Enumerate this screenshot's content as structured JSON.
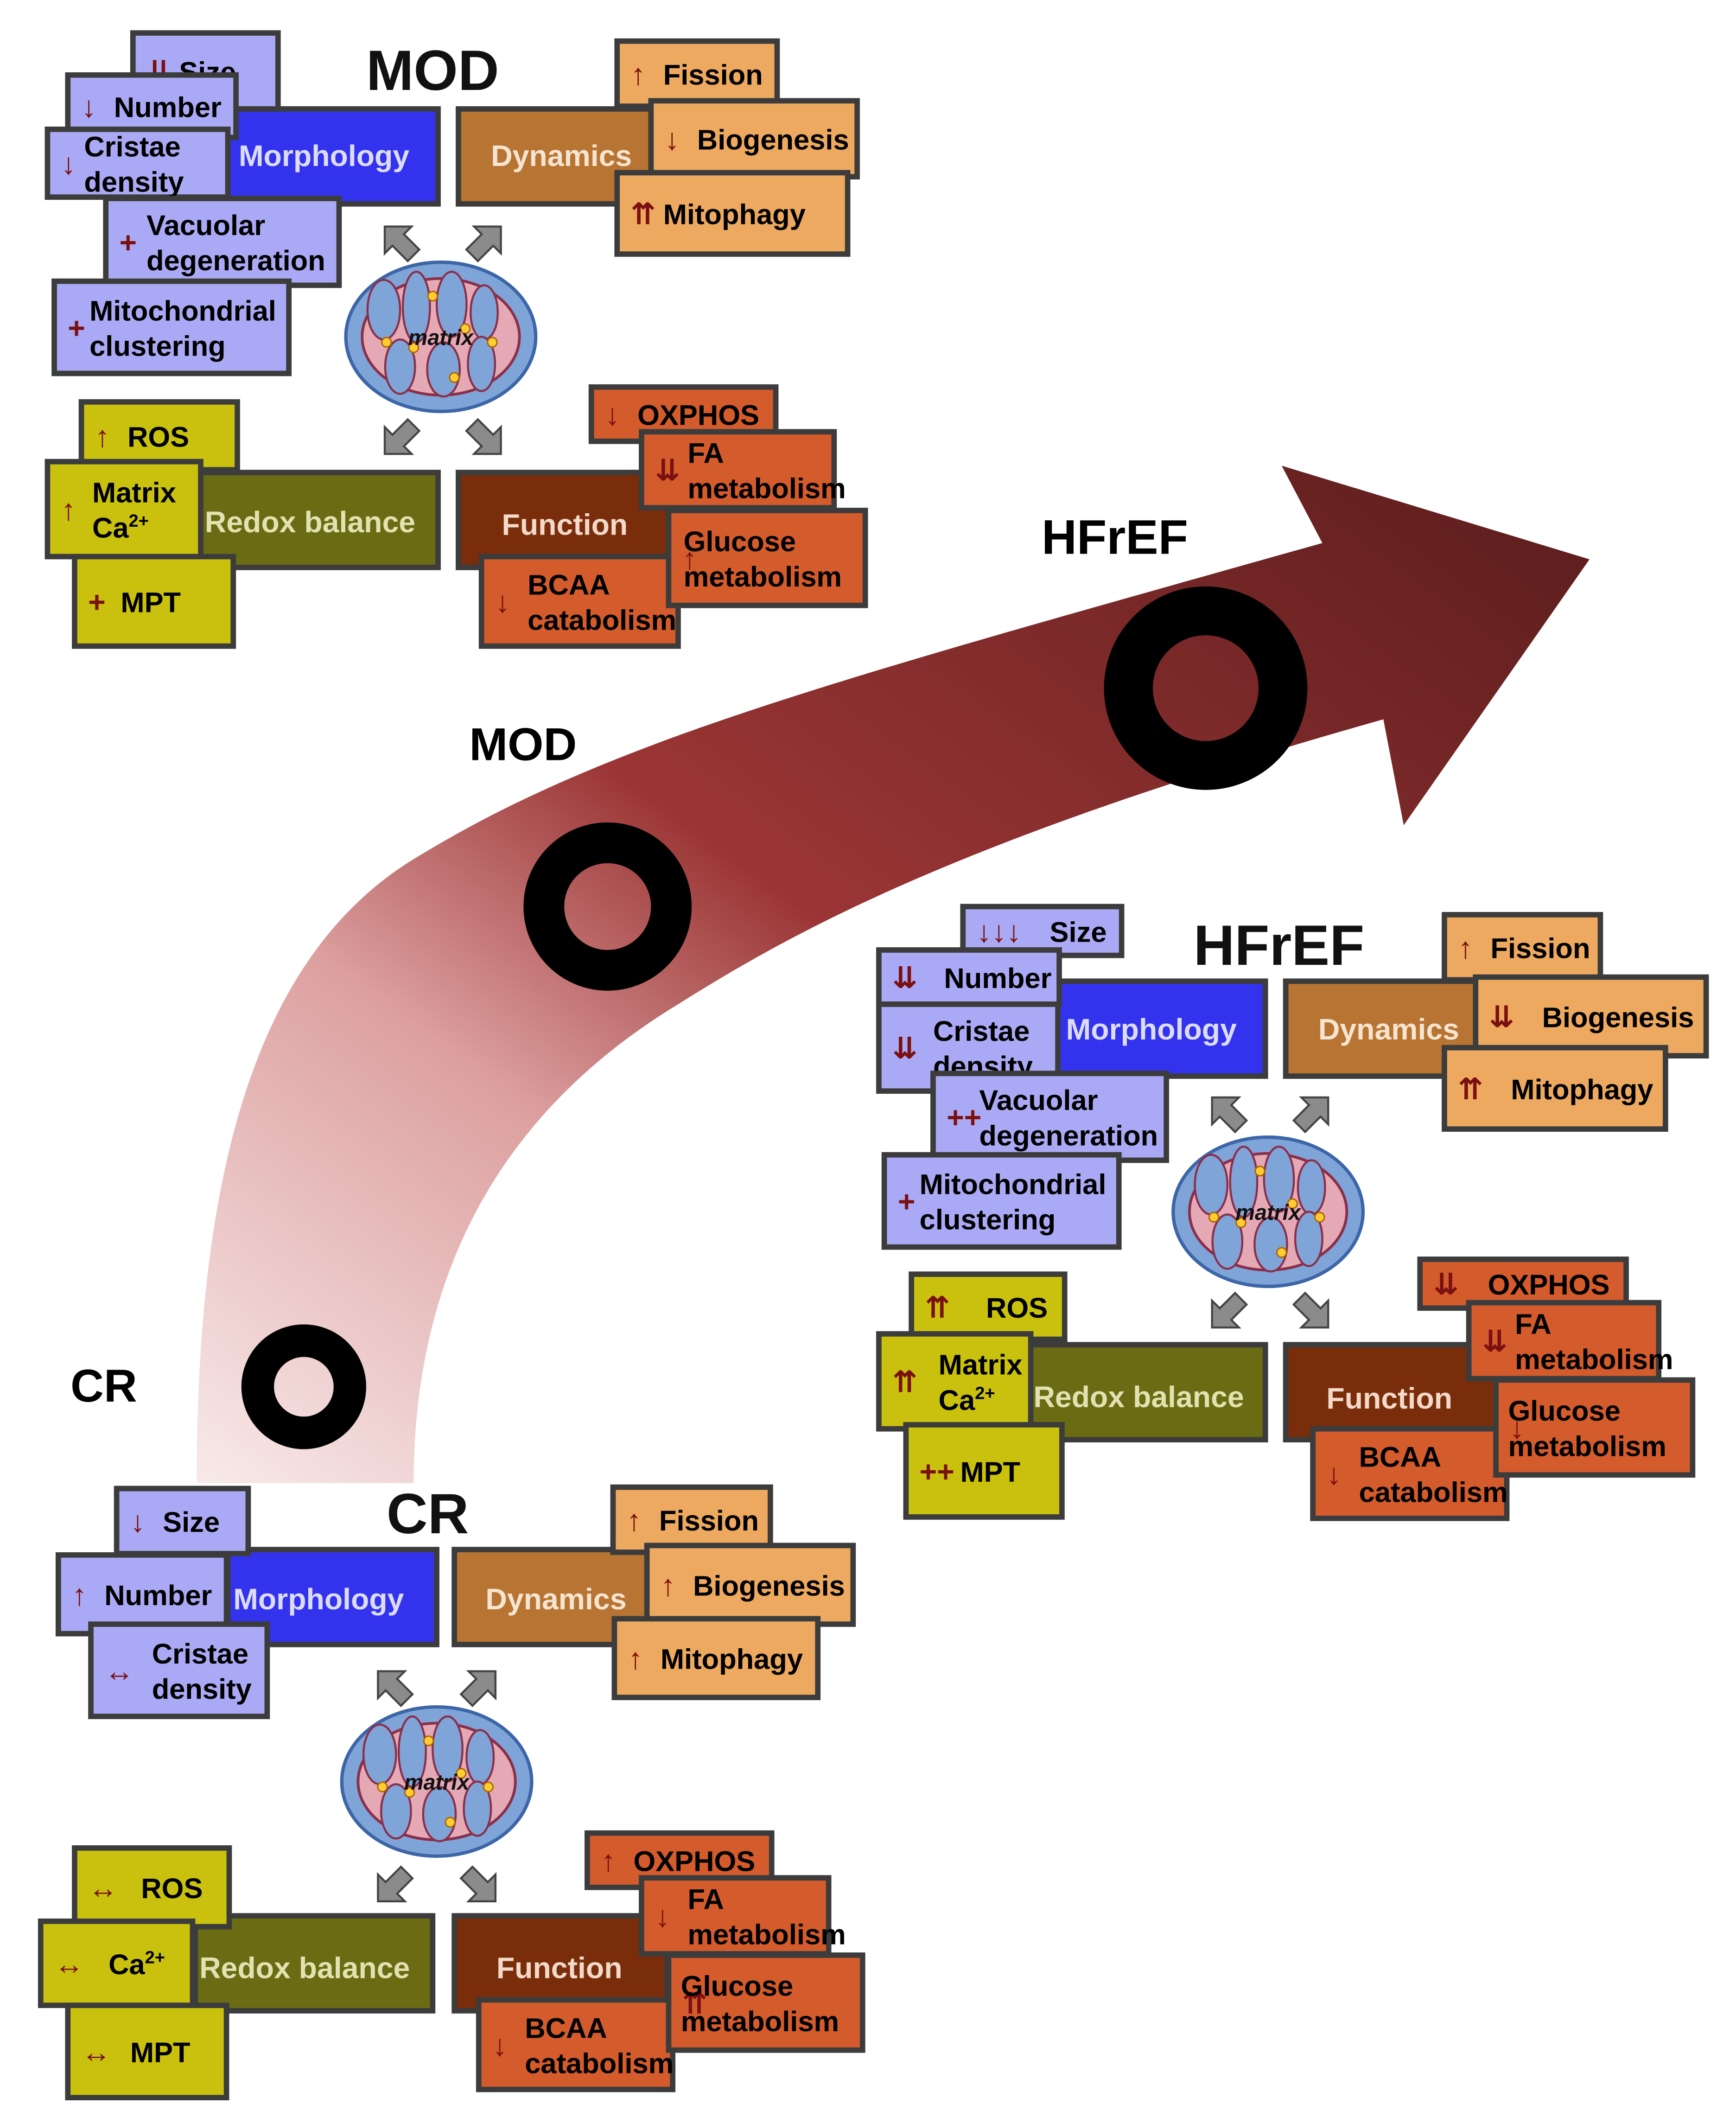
{
  "labels": {
    "path_cr": "CR",
    "path_mod": "MOD",
    "path_hfref": "HFrEF"
  },
  "colors": {
    "morph_light": "#aaa9f5",
    "morph_dark": "#3333ee",
    "dyn_dark": "#b87432",
    "dyn_light": "#eda95f",
    "redox_dark": "#6b6b14",
    "redox_light": "#c9c10e",
    "func_dark": "#7a2d0b",
    "func_light": "#d45b2c",
    "arrow_symbol": "#7a1010",
    "stage_arrow": "#8b8b8b",
    "curve_dark": "#5a1c1c",
    "curve_light": "#f8eaea"
  },
  "mito_label": "matrix",
  "panels": {
    "mod": {
      "title": "MOD",
      "morphology": {
        "label": "Morphology",
        "items": [
          {
            "mark": "⇊",
            "lines": [
              "Size"
            ]
          },
          {
            "mark": "↓",
            "lines": [
              "Number"
            ]
          },
          {
            "mark": "↓",
            "lines": [
              "Cristae",
              "density"
            ]
          },
          {
            "mark": "+",
            "lines": [
              "Vacuolar",
              "degeneration"
            ]
          },
          {
            "mark": "+",
            "lines": [
              "Mitochondrial",
              "clustering"
            ]
          }
        ]
      },
      "dynamics": {
        "label": "Dynamics",
        "items": [
          {
            "mark": "↑",
            "lines": [
              "Fission"
            ]
          },
          {
            "mark": "↓",
            "lines": [
              "Biogenesis"
            ]
          },
          {
            "mark": "⇈",
            "lines": [
              "Mitophagy"
            ]
          }
        ]
      },
      "redox": {
        "label": "Redox balance",
        "items": [
          {
            "mark": "↑",
            "lines": [
              "ROS"
            ]
          },
          {
            "mark": "↑",
            "lines": [
              "Matrix",
              "Ca2+"
            ]
          },
          {
            "mark": "+",
            "lines": [
              "MPT"
            ]
          }
        ]
      },
      "function": {
        "label": "Function",
        "items": [
          {
            "mark": "↓",
            "lines": [
              "OXPHOS"
            ]
          },
          {
            "mark": "⇊",
            "lines": [
              "FA",
              "metabolism"
            ]
          },
          {
            "mark": "↑",
            "lines": [
              "Glucose",
              "metabolism"
            ]
          },
          {
            "mark": "↓",
            "lines": [
              "BCAA",
              "catabolism"
            ]
          }
        ]
      }
    },
    "hfref": {
      "title": "HFrEF",
      "morphology": {
        "label": "Morphology",
        "items": [
          {
            "mark": "↓↓↓",
            "lines": [
              "Size"
            ]
          },
          {
            "mark": "⇊",
            "lines": [
              "Number"
            ]
          },
          {
            "mark": "⇊",
            "lines": [
              "Cristae",
              "density"
            ]
          },
          {
            "mark": "++",
            "lines": [
              "Vacuolar",
              "degeneration"
            ]
          },
          {
            "mark": "+",
            "lines": [
              "Mitochondrial",
              "clustering"
            ]
          }
        ]
      },
      "dynamics": {
        "label": "Dynamics",
        "items": [
          {
            "mark": "↑",
            "lines": [
              "Fission"
            ]
          },
          {
            "mark": "⇊",
            "lines": [
              "Biogenesis"
            ]
          },
          {
            "mark": "⇈",
            "lines": [
              "Mitophagy"
            ]
          }
        ]
      },
      "redox": {
        "label": "Redox balance",
        "items": [
          {
            "mark": "⇈",
            "lines": [
              "ROS"
            ]
          },
          {
            "mark": "⇈",
            "lines": [
              "Matrix",
              "Ca2+"
            ]
          },
          {
            "mark": "++",
            "lines": [
              "MPT"
            ]
          }
        ]
      },
      "function": {
        "label": "Function",
        "items": [
          {
            "mark": "⇊",
            "lines": [
              "OXPHOS"
            ]
          },
          {
            "mark": "⇊",
            "lines": [
              "FA",
              "metabolism"
            ]
          },
          {
            "mark": "↓",
            "lines": [
              "Glucose",
              "metabolism"
            ]
          },
          {
            "mark": "↓",
            "lines": [
              "BCAA",
              "catabolism"
            ]
          }
        ]
      }
    },
    "cr": {
      "title": "CR",
      "morphology": {
        "label": "Morphology",
        "items": [
          {
            "mark": "↓",
            "lines": [
              "Size"
            ]
          },
          {
            "mark": "↑",
            "lines": [
              "Number"
            ]
          },
          {
            "mark": "↔",
            "lines": [
              "Cristae",
              "density"
            ]
          }
        ]
      },
      "dynamics": {
        "label": "Dynamics",
        "items": [
          {
            "mark": "↑",
            "lines": [
              "Fission"
            ]
          },
          {
            "mark": "↑",
            "lines": [
              "Biogenesis"
            ]
          },
          {
            "mark": "↑",
            "lines": [
              "Mitophagy"
            ]
          }
        ]
      },
      "redox": {
        "label": "Redox balance",
        "items": [
          {
            "mark": "↔",
            "lines": [
              "ROS"
            ]
          },
          {
            "mark": "↔",
            "lines": [
              "Ca2+"
            ]
          },
          {
            "mark": "↔",
            "lines": [
              "MPT"
            ]
          }
        ]
      },
      "function": {
        "label": "Function",
        "items": [
          {
            "mark": "↑",
            "lines": [
              "OXPHOS"
            ]
          },
          {
            "mark": "↓",
            "lines": [
              "FA",
              "metabolism"
            ]
          },
          {
            "mark": "⇈",
            "lines": [
              "Glucose",
              "metabolism"
            ]
          },
          {
            "mark": "↓",
            "lines": [
              "BCAA",
              "catabolism"
            ]
          }
        ]
      }
    }
  }
}
